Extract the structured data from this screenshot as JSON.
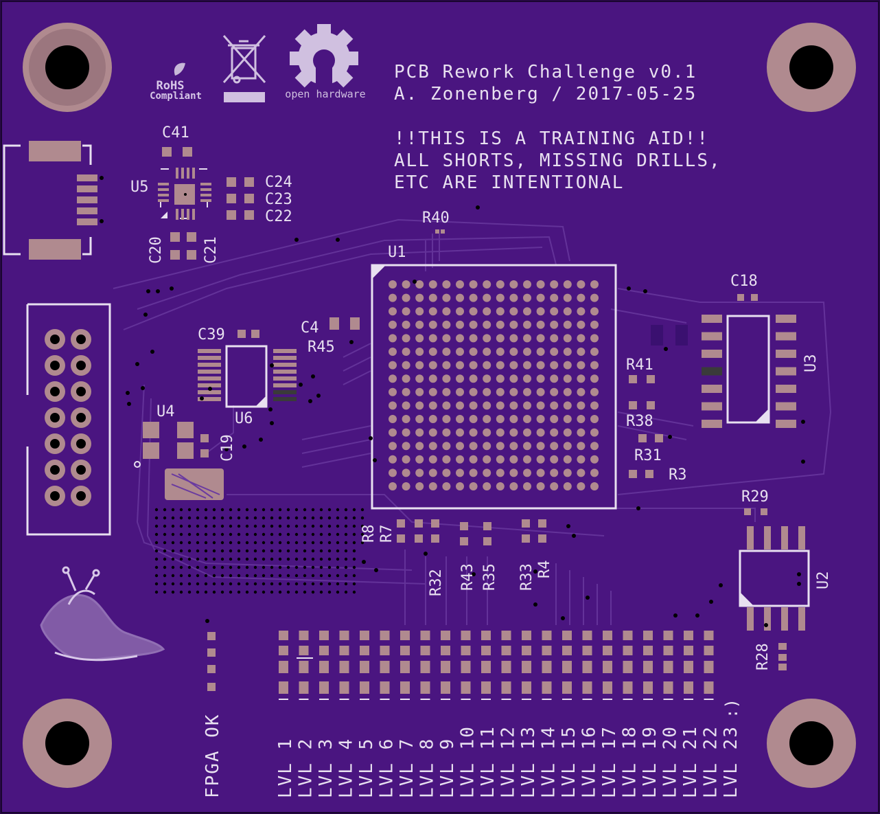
{
  "board": {
    "title_line1": "PCB Rework Challenge v0.1",
    "title_line2": "A. Zonenberg / 2017-05-25",
    "warn_line1": "!!THIS IS A TRAINING AID!!",
    "warn_line2": "ALL SHORTS, MISSING DRILLS,",
    "warn_line3": "ETC ARE INTENTIONAL",
    "rohs_line1": "RoHS",
    "rohs_line2": "Compliant",
    "oshw_label": "open hardware",
    "fpga_ok": "FPGA OK",
    "smiley": ":)"
  },
  "designators": {
    "u1": "U1",
    "u2": "U2",
    "u3": "U3",
    "u4": "U4",
    "u5": "U5",
    "u6": "U6",
    "c4": "C4",
    "c18": "C18",
    "c19": "C19",
    "c20": "C20",
    "c21": "C21",
    "c22": "C22",
    "c23": "C23",
    "c24": "C24",
    "c39": "C39",
    "c41": "C41",
    "r3": "R3",
    "r4": "R4",
    "r7": "R7",
    "r8": "R8",
    "r28": "R28",
    "r29": "R29",
    "r31": "R31",
    "r32": "R32",
    "r33": "R33",
    "r35": "R35",
    "r38": "R38",
    "r40": "R40",
    "r41": "R41",
    "r43": "R43",
    "r45": "R45"
  },
  "levels": [
    "LVL 1",
    "LVL 2",
    "LVL 3",
    "LVL 4",
    "LVL 5",
    "LVL 6",
    "LVL 7",
    "LVL 8",
    "LVL 9",
    "LVL 10",
    "LVL 11",
    "LVL 12",
    "LVL 13",
    "LVL 14",
    "LVL 15",
    "LVL 16",
    "LVL 17",
    "LVL 18",
    "LVL 19",
    "LVL 20",
    "LVL 21",
    "LVL 22",
    "LVL 23"
  ],
  "colors": {
    "board": "#4a1580",
    "board_dark": "#2a0a4a",
    "copper": "#b08a8f",
    "silk": "#e8e0f0",
    "trace": "#6a3aa0"
  }
}
